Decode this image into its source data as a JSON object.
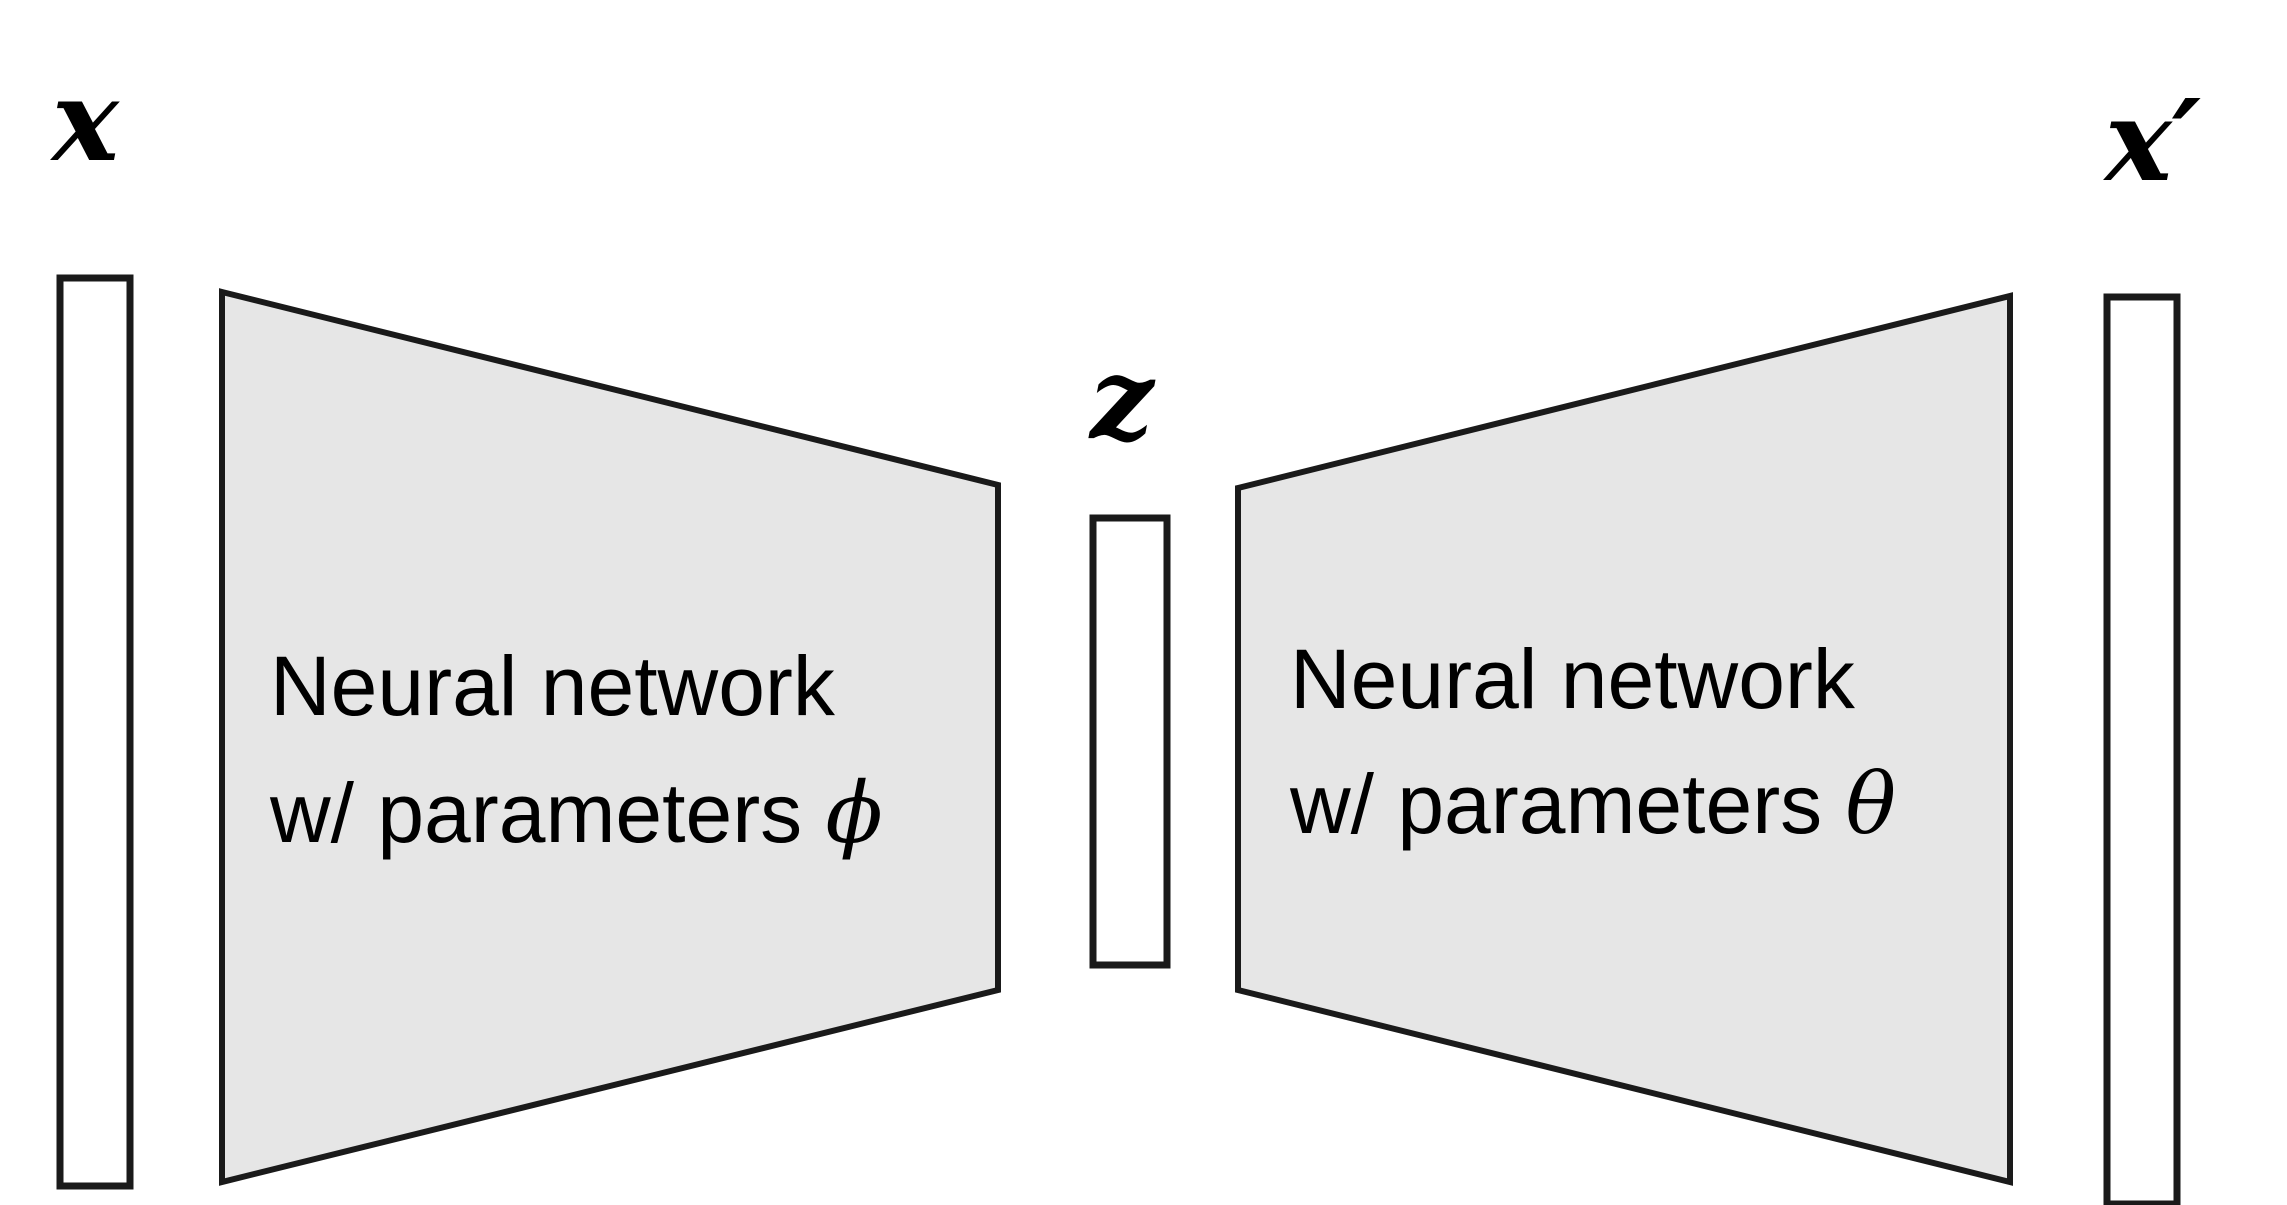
{
  "labels": {
    "input": "x",
    "latent": "z",
    "output": "x′"
  },
  "encoder": {
    "line1": "Neural network",
    "line2": "w/ parameters ",
    "symbol": "ϕ"
  },
  "decoder": {
    "line1": "Neural network",
    "line2": "w/ parameters ",
    "symbol": "θ"
  },
  "colors": {
    "block_fill": "#e6e6e6",
    "stroke": "#1a1a1a",
    "background": "#ffffff"
  }
}
